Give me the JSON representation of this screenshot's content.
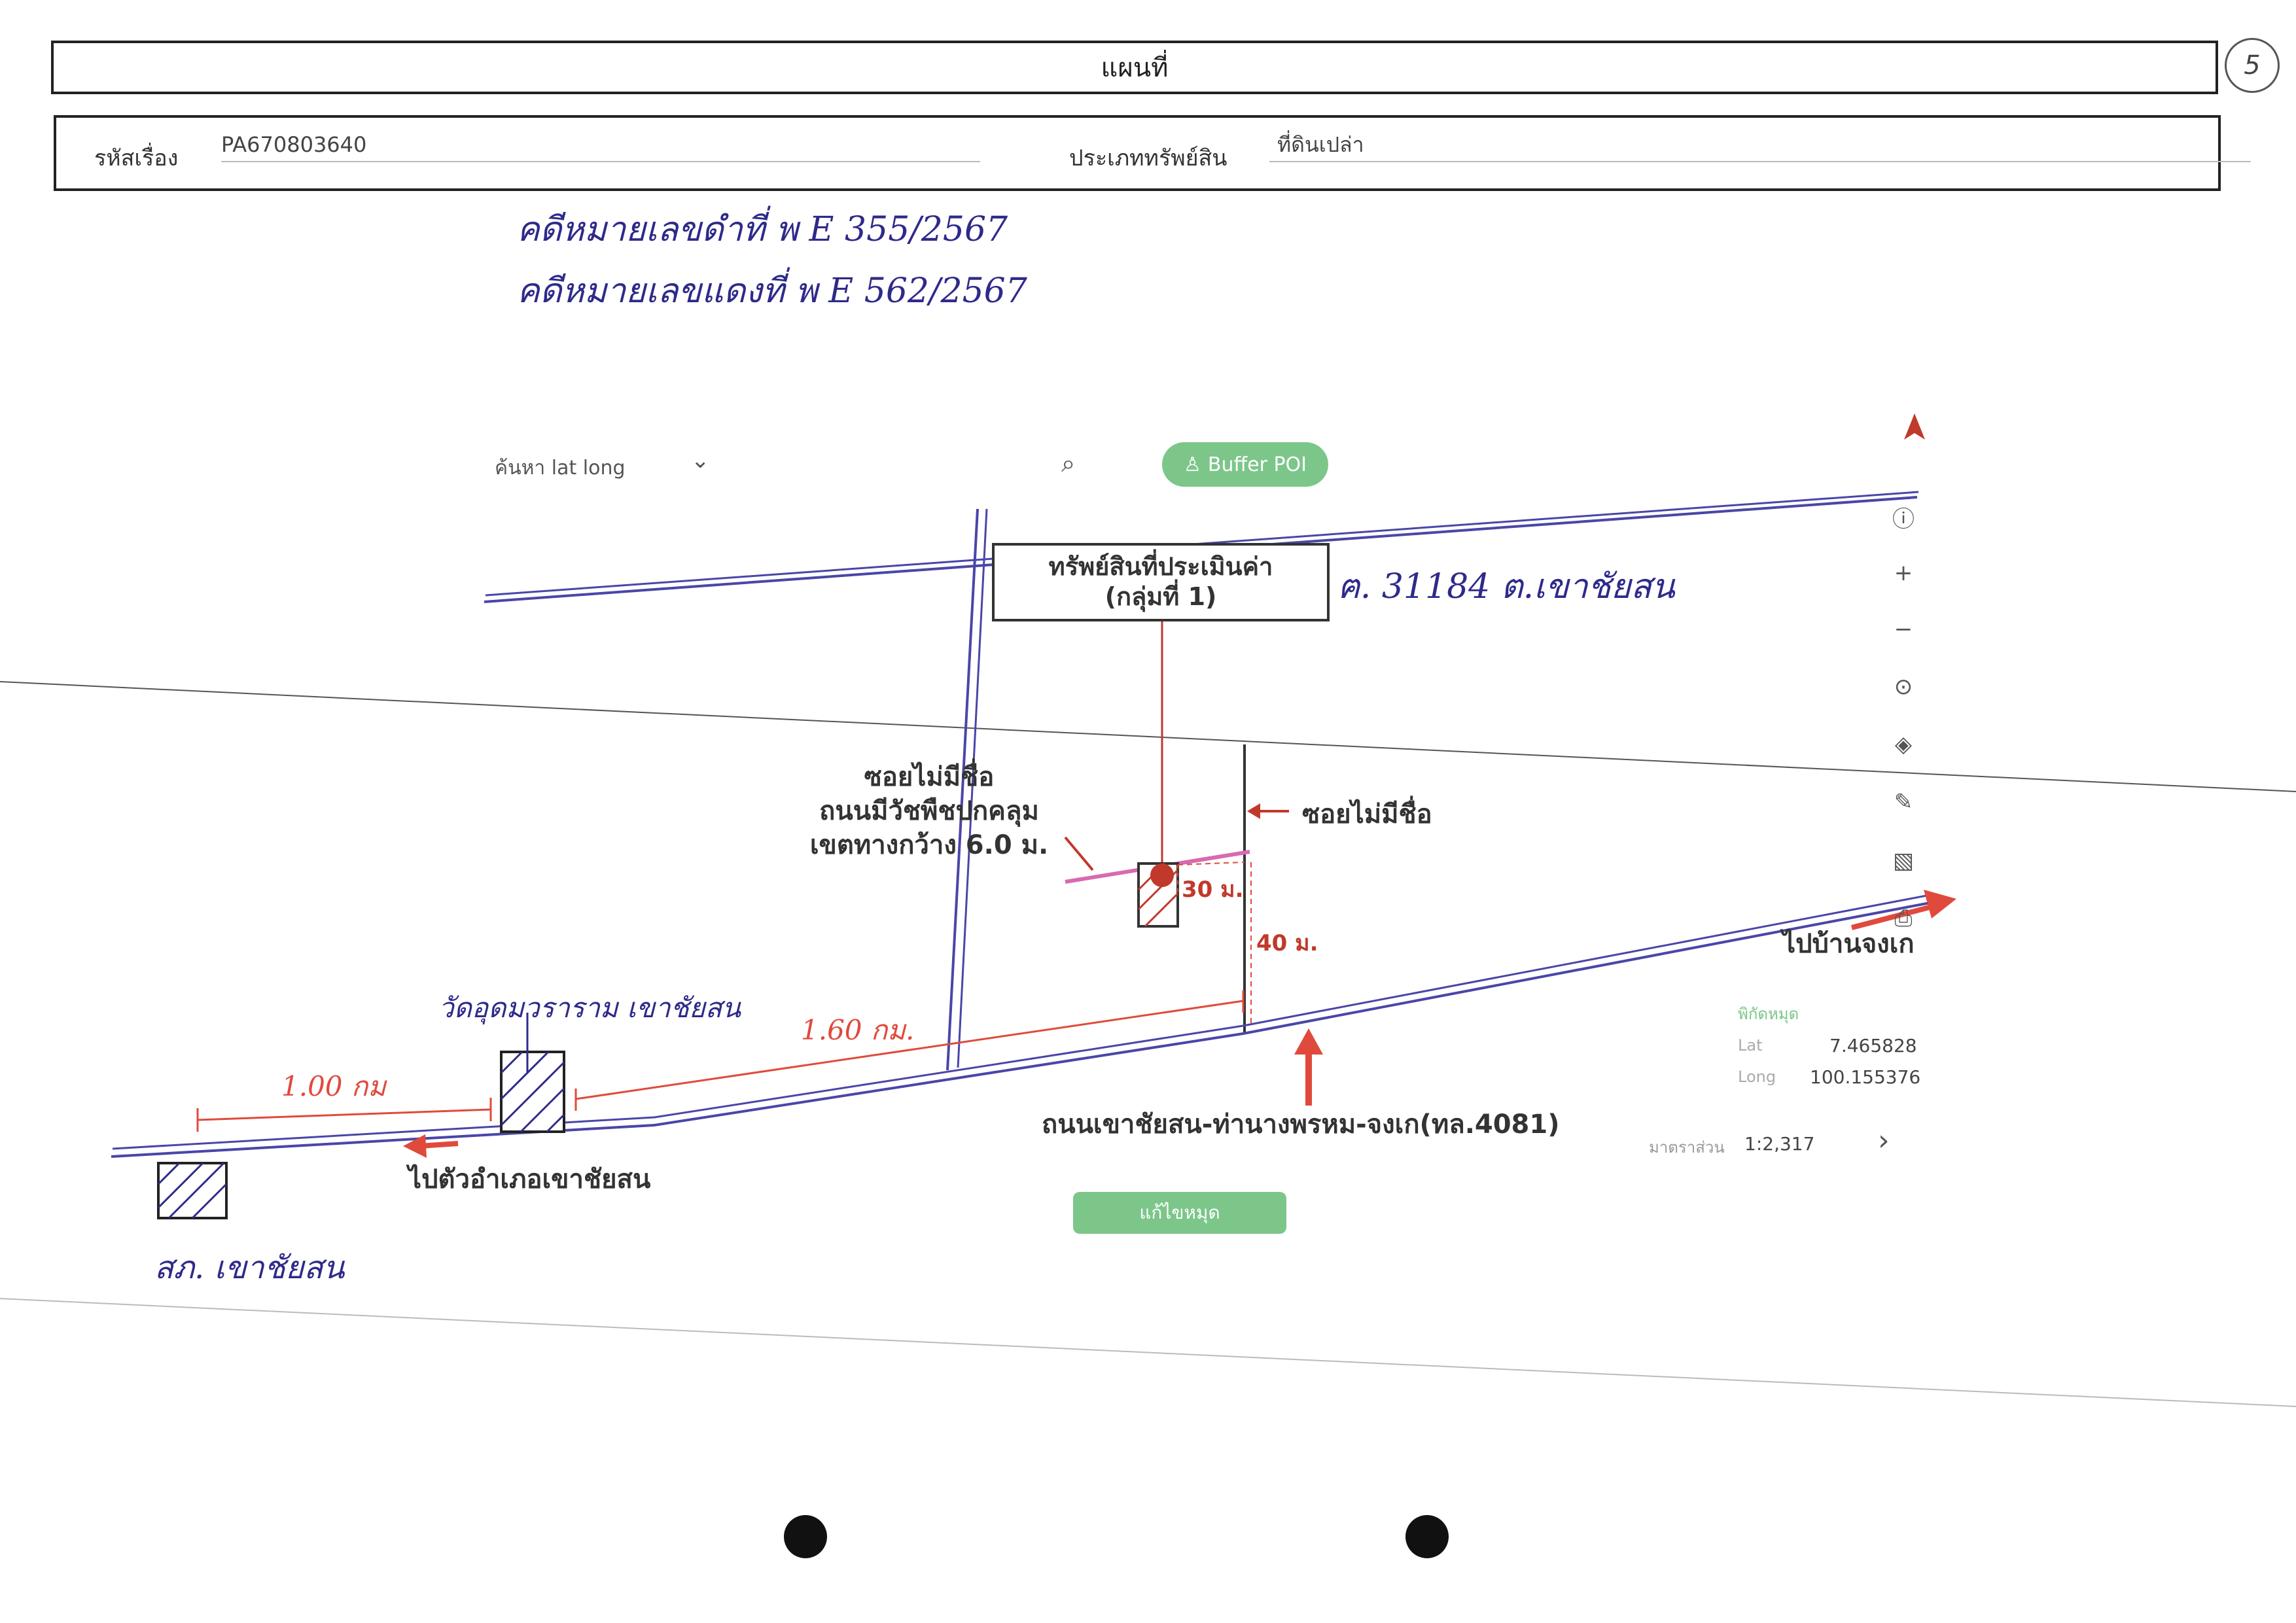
{
  "page_number": "5",
  "header": {
    "title": "แผนที่"
  },
  "info": {
    "case_id_label": "รหัสเรื่อง",
    "case_id_value": "PA670803640",
    "asset_type_label": "ประเภททรัพย์สิน",
    "asset_type_value": "ที่ดินเปล่า"
  },
  "handwritten": {
    "line1": "คดีหมายเลขดำที่ พ E 355/2567",
    "line2": "คดีหมายเลขแดงที่ พ E 562/2567",
    "deed": "ฅ. 31184 ต.เขาชัยสน",
    "temple": "วัดอุดมวราราม เขาชัยสน",
    "police": "สภ. เขาชัยสน",
    "dist_100": "1.00 กม",
    "dist_160": "1.60 กม."
  },
  "map_ui": {
    "search_label": "ค้นหา lat long",
    "buffer_button": "Buffer POI",
    "coord_title": "พิกัดหมุด",
    "lat_label": "Lat",
    "lat_value": "7.465828",
    "long_label": "Long",
    "long_value": "100.155376",
    "scale_label": "มาตราส่วน",
    "scale_value": "1:2,317",
    "edit_button": "แก้ไขหมุด"
  },
  "annotations": {
    "asset_line1": "ทรัพย์สินที่ประเมินค่า",
    "asset_line2": "(กลุ่มที่ 1)",
    "soi_left_1": "ซอยไม่มีชื่อ",
    "soi_left_2": "ถนนมีวัชพืชปกคลุม",
    "soi_left_3": "เขตทางกว้าง 6.0 ม.",
    "soi_right": "ซอยไม่มีชื่อ",
    "dim_30": "30 ม.",
    "dim_40": "40 ม.",
    "to_jongke": "ไปบ้านจงเก",
    "to_district": "ไปตัวอำเภอเขาชัยสน",
    "main_road": "ถนนเขาชัยสน-ท่านางพรหม-จงเก(ทล.4081)"
  },
  "colors": {
    "road": "#4a46a8",
    "dimension": "#e04a3c",
    "marker": "#c0392b",
    "green": "#7cc68a"
  }
}
